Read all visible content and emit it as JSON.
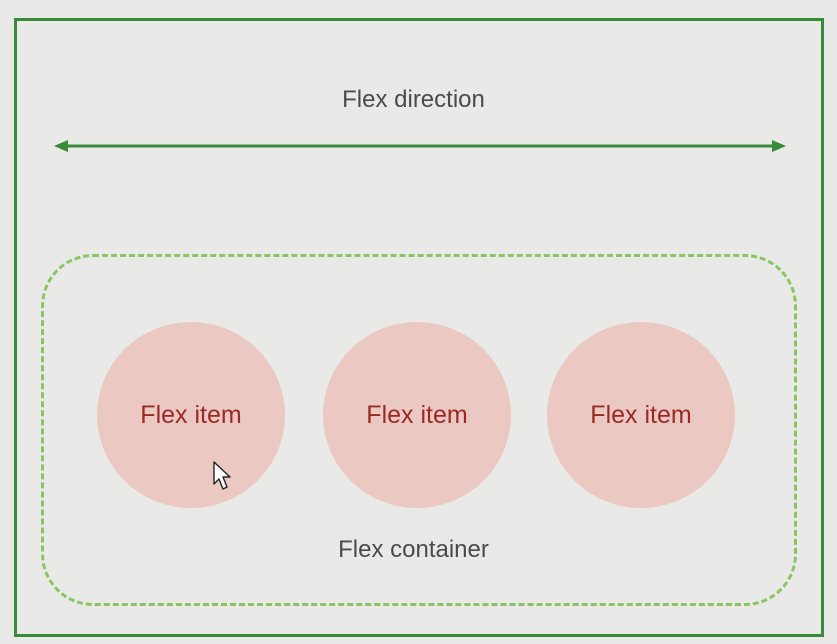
{
  "diagram": {
    "direction_label": "Flex direction",
    "container_label": "Flex container",
    "items": [
      {
        "label": "Flex item"
      },
      {
        "label": "Flex item"
      },
      {
        "label": "Flex item"
      }
    ]
  },
  "colors": {
    "outer_frame": "#3a8a3c",
    "arrow": "#3a8a3c",
    "container_border": "#8bc562",
    "item_fill": "#ecc8c3",
    "item_text": "#9a2a25",
    "label_text": "#4a4a4a",
    "background": "#e9eae8"
  },
  "icons": {
    "arrow": "double-headed-arrow-icon",
    "cursor": "mouse-pointer-icon"
  }
}
